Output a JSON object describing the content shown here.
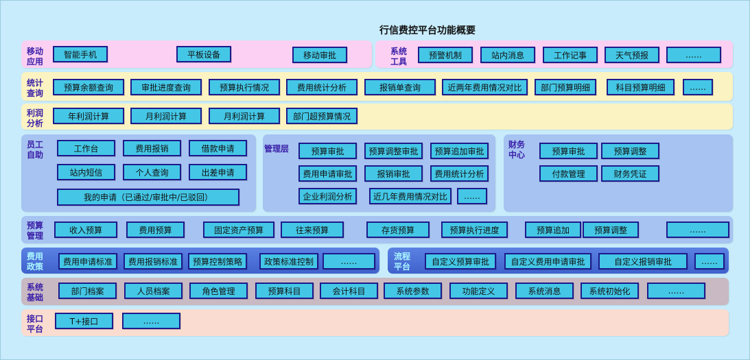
{
  "title": "行信费控平台功能概要",
  "colors": {
    "box_fill": "#44c7e6",
    "box_border": "#1d1a8c",
    "label_text": "#3a1fa8",
    "band_pink": "#fbd0f2",
    "band_yellow": "#fbf3c2",
    "band_blue": "#a6c3f1",
    "band_gray": "#c9b9c2",
    "band_peach": "#fadcd0",
    "background": "#c8ecfb"
  },
  "sections": {
    "mobile": {
      "label": "移动\n应用",
      "items": [
        "智能手机",
        "平板设备",
        "移动审批"
      ]
    },
    "system_tools": {
      "label": "系统\n工具",
      "items": [
        "预警机制",
        "站内消息",
        "工作记事",
        "天气预报",
        "……"
      ]
    },
    "stats": {
      "label": "统计\n查询",
      "items": [
        "预算余额查询",
        "审批进度查询",
        "预算执行情况",
        "费用统计分析",
        "报销单查询",
        "近两年费用情况对比",
        "部门预算明细",
        "科目预算明细",
        "……"
      ]
    },
    "profit": {
      "label": "利润\n分析",
      "items": [
        "年利润计算",
        "月利润计算",
        "月利润计算",
        "部门超预算情况"
      ]
    },
    "employee": {
      "label": "员工\n自助",
      "items": [
        "工作台",
        "费用报销",
        "借款申请",
        "站内短信",
        "个人查询",
        "出差申请",
        "我的申请（已通过/审批中/已驳回）"
      ]
    },
    "management": {
      "label": "管理层",
      "items": [
        "预算审批",
        "预算调整审批",
        "预算追加审批",
        "费用申请审批",
        "报销审批",
        "费用统计分析",
        "企业利润分析",
        "近几年费用情况对比",
        "……"
      ]
    },
    "finance": {
      "label": "财务\n中心",
      "items": [
        "预算审批",
        "预算调整",
        "付款管理",
        "财务凭证"
      ]
    },
    "budget": {
      "label": "预算\n管理",
      "items": [
        "收入预算",
        "费用预算",
        "固定资产预算",
        "往来预算",
        "存货预算",
        "预算执行进度",
        "预算追加",
        "预算调整",
        "……"
      ]
    },
    "policy": {
      "label": "费用\n政策",
      "items": [
        "费用申请标准",
        "费用报销标准",
        "预算控制策略",
        "政策标准控制",
        "……"
      ]
    },
    "workflow": {
      "label": "流程\n平台",
      "items": [
        "自定义预算审批",
        "自定义费用申请审批",
        "自定义报销审批",
        "……"
      ]
    },
    "basics": {
      "label": "系统\n基础",
      "items": [
        "部门档案",
        "人员档案",
        "角色管理",
        "预算科目",
        "会计科目",
        "系统参数",
        "功能定义",
        "系统消息",
        "系统初始化",
        "……"
      ]
    },
    "interface": {
      "label": "接口\n平台",
      "items": [
        "T+接口",
        "……"
      ]
    }
  }
}
